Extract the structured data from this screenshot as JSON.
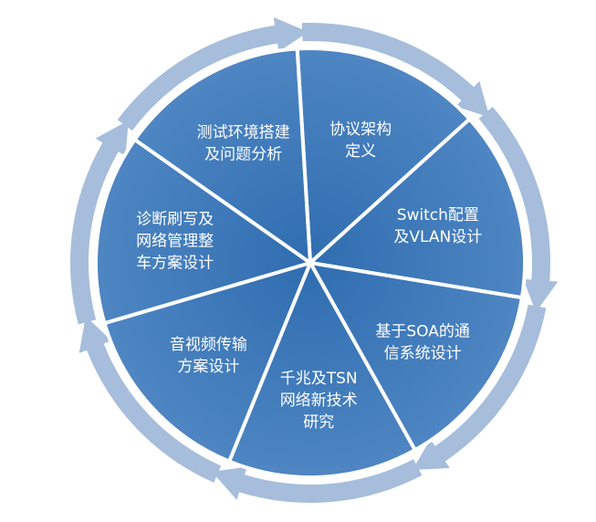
{
  "diagram": {
    "segments": [
      {
        "id": "protocol",
        "lines": [
          "协议架构",
          "定义"
        ]
      },
      {
        "id": "switch",
        "lines": [
          "Switch配置",
          "及VLAN设计"
        ]
      },
      {
        "id": "soa",
        "lines": [
          "基于SOA的通",
          "信系统设计"
        ]
      },
      {
        "id": "tsn",
        "lines": [
          "千兆及TSN",
          "网络新技术",
          "研究"
        ]
      },
      {
        "id": "av",
        "lines": [
          "音视频传输",
          "方案设计"
        ]
      },
      {
        "id": "diag",
        "lines": [
          "诊断刷写及",
          "网络管理整",
          "车方案设计"
        ]
      },
      {
        "id": "test",
        "lines": [
          "测试环境搭建",
          "及问题分析"
        ]
      }
    ],
    "colors": {
      "wedge_light": "#4f86c3",
      "wedge_dark": "#2f6db0",
      "arrow": "#a6bddb",
      "divider": "#ffffff",
      "text": "#ffffff"
    }
  }
}
